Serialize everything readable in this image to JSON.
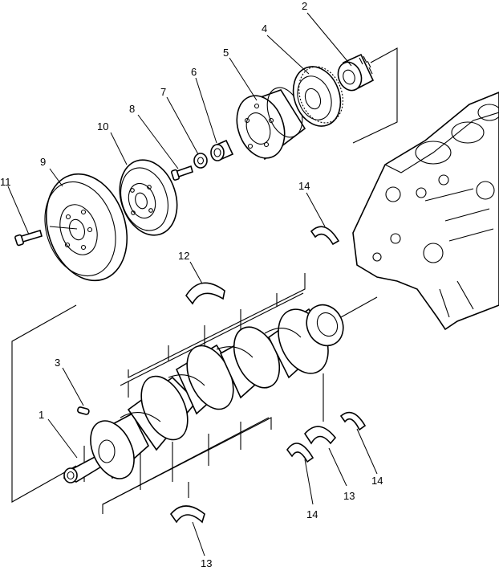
{
  "callouts": [
    {
      "id": "c1",
      "text": "1"
    },
    {
      "id": "c2",
      "text": "2"
    },
    {
      "id": "c3",
      "text": "3"
    },
    {
      "id": "c4",
      "text": "4"
    },
    {
      "id": "c5",
      "text": "5"
    },
    {
      "id": "c6",
      "text": "6"
    },
    {
      "id": "c7",
      "text": "7"
    },
    {
      "id": "c8",
      "text": "8"
    },
    {
      "id": "c9",
      "text": "9"
    },
    {
      "id": "c10",
      "text": "10"
    },
    {
      "id": "c11",
      "text": "11"
    },
    {
      "id": "c12",
      "text": "12"
    },
    {
      "id": "c13a",
      "text": "13"
    },
    {
      "id": "c13b",
      "text": "13"
    },
    {
      "id": "c14a",
      "text": "14"
    },
    {
      "id": "c14b",
      "text": "14"
    },
    {
      "id": "c14c",
      "text": "14"
    }
  ]
}
